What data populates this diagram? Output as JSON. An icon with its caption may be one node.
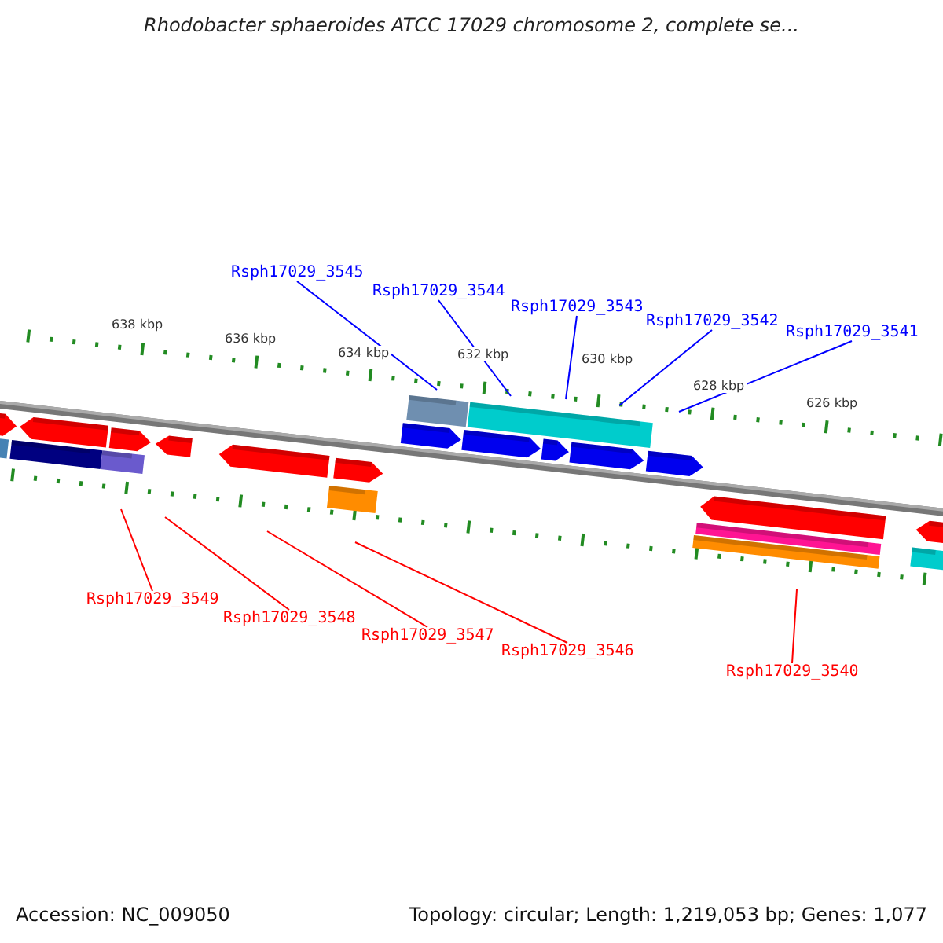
{
  "diagram": {
    "title": "Rhodobacter sphaeroides ATCC 17029 chromosome 2, complete se...",
    "nodes": [
      {
        "text": [
          "Rsph17029_3545"
        ]
      },
      {
        "text": [
          "Rsph17029_3544"
        ]
      },
      {
        "text": [
          "Rsph17029_3543"
        ]
      },
      {
        "text": [
          "Rsph17029_3542"
        ]
      },
      {
        "text": [
          "Rsph17029_3541"
        ]
      },
      {
        "text": [
          "Rsph17029_3549"
        ]
      },
      {
        "text": [
          "Rsph17029_3548"
        ]
      },
      {
        "text": [
          "Rsph17029_3547"
        ]
      },
      {
        "text": [
          "Rsph17029_3546"
        ]
      },
      {
        "text": [
          "Rsph17029_3540"
        ]
      }
    ],
    "edges": [
      {
        "from": 0,
        "to": null,
        "arrow": "none",
        "color": "#0000ff"
      },
      {
        "from": 1,
        "to": null,
        "arrow": "none",
        "color": "#0000ff"
      },
      {
        "from": 2,
        "to": null,
        "arrow": "none",
        "color": "#0000ff"
      },
      {
        "from": 3,
        "to": null,
        "arrow": "none",
        "color": "#0000ff"
      },
      {
        "from": 4,
        "to": null,
        "arrow": "none",
        "color": "#0000ff"
      },
      {
        "from": 5,
        "to": null,
        "arrow": "none",
        "color": "#ff0000"
      },
      {
        "from": 6,
        "to": null,
        "arrow": "none",
        "color": "#ff0000"
      },
      {
        "from": 7,
        "to": null,
        "arrow": "none",
        "color": "#ff0000"
      },
      {
        "from": 8,
        "to": null,
        "arrow": "none",
        "color": "#ff0000"
      },
      {
        "from": 9,
        "to": null,
        "arrow": "none",
        "color": "#ff0000"
      }
    ],
    "labels": [
      "638 kbp",
      "636 kbp",
      "634 kbp",
      "632 kbp",
      "630 kbp",
      "628 kbp",
      "626 kbp",
      "Accession: NC_009050",
      "Topology: circular; Length: 1,219,053 bp; Genes: 1,077"
    ]
  }
}
